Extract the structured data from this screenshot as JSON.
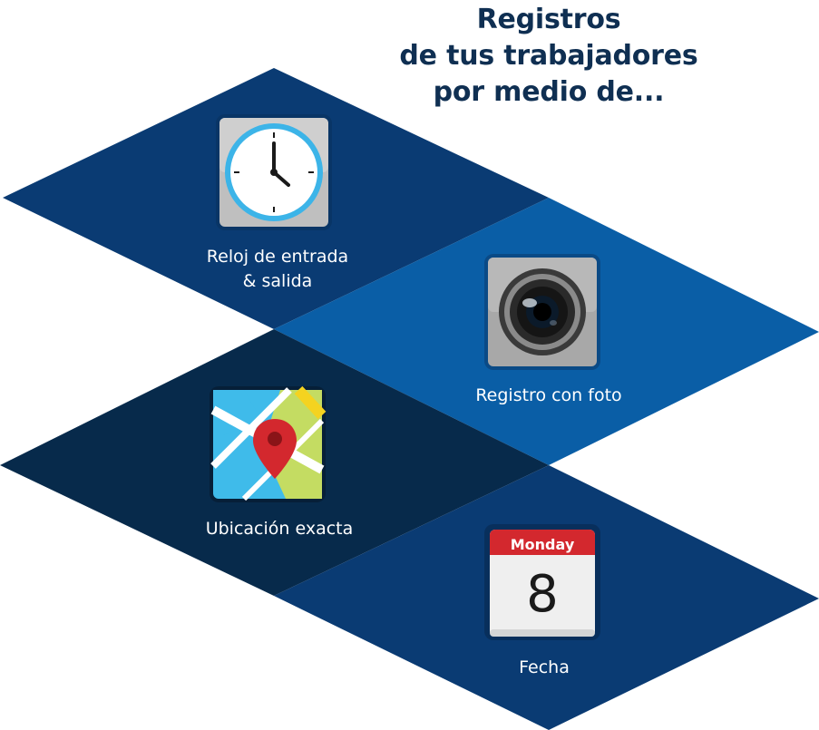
{
  "title": {
    "line1": "Registros",
    "line2": "de tus trabajadores",
    "line3": "por medio de..."
  },
  "items": [
    {
      "id": "clock",
      "icon": "clock-icon",
      "label_line1": "Reloj de entrada",
      "label_line2": "& salida"
    },
    {
      "id": "camera",
      "icon": "camera-icon",
      "label_line1": "Registro con foto"
    },
    {
      "id": "map",
      "icon": "map-pin-icon",
      "label_line1": "Ubicación exacta"
    },
    {
      "id": "date",
      "icon": "calendar-icon",
      "label_line1": "Fecha",
      "calendar_month": "Monday",
      "calendar_day": "8"
    }
  ],
  "colors": {
    "title": "#0f2f52",
    "diamond_top": "#0a3b73",
    "diamond_camera": "#0a5ea6",
    "diamond_map": "#072a4b",
    "diamond_date": "#0a3b73",
    "calendar_header": "#d3282e",
    "label": "#ffffff"
  }
}
